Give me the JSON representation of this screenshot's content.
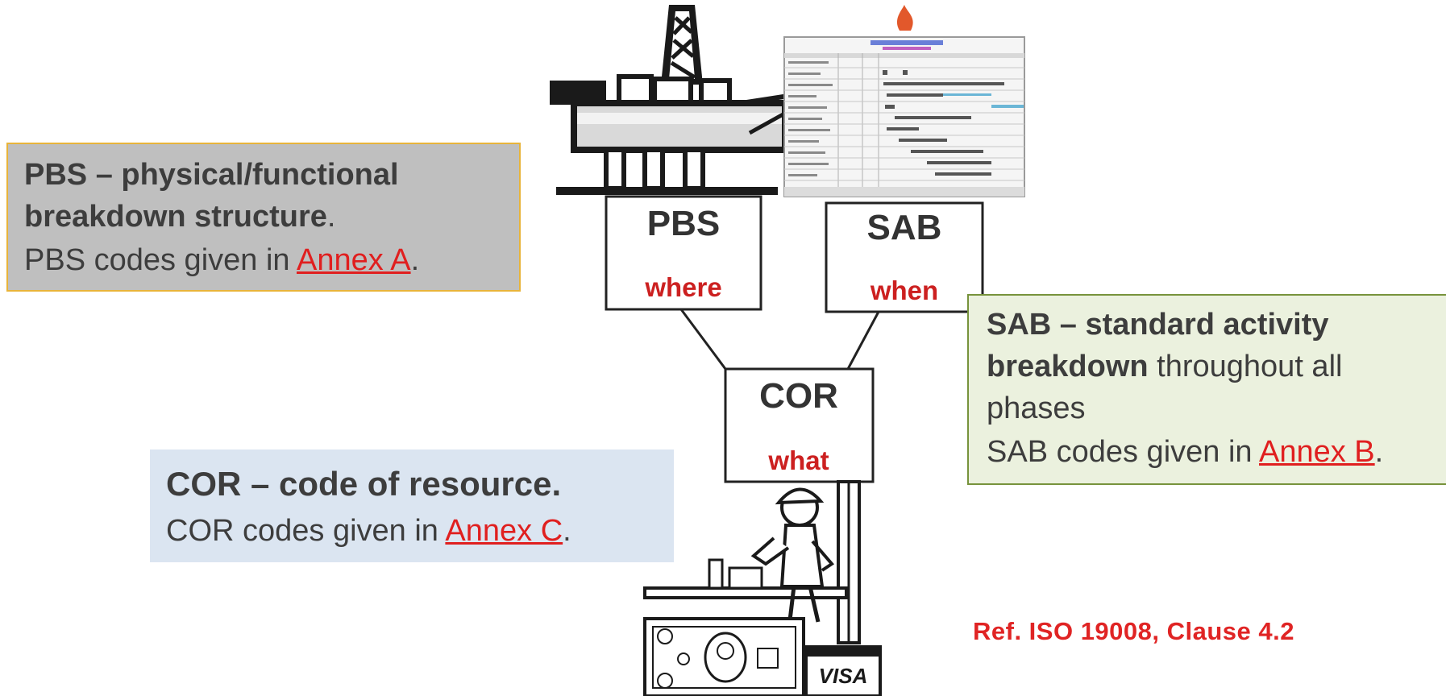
{
  "nodes": {
    "pbs": {
      "title": "PBS",
      "sub": "where"
    },
    "sab": {
      "title": "SAB",
      "sub": "when"
    },
    "cor": {
      "title": "COR",
      "sub": "what"
    }
  },
  "callouts": {
    "pbs": {
      "bold": "PBS – physical/functional breakdown structure",
      "period": ".",
      "codes_prefix": "PBS codes given in ",
      "link": "Annex A",
      "suffix": "."
    },
    "sab": {
      "bold": "SAB – standard activity breakdown",
      "rest": " throughout all phases",
      "codes_prefix": "SAB codes given in ",
      "link": "Annex B",
      "suffix": "."
    },
    "cor": {
      "bold": "COR – code of resource.",
      "codes_prefix": "COR codes given in ",
      "link": "Annex C",
      "suffix": "."
    }
  },
  "reference": "Ref. ISO 19008, Clause 4.2",
  "illustrations": {
    "platform": "oil-platform-icon",
    "schedule": "gantt-schedule-icon",
    "worker": "worker-icon",
    "money": "dollar-bill-icon",
    "card": "visa-card-icon",
    "card_text": "VISA"
  },
  "colors": {
    "accent_red": "#e01f1f",
    "pbs_fill": "#bfbfbf",
    "sab_fill": "#ebf1de",
    "cor_fill": "#dbe5f1"
  }
}
